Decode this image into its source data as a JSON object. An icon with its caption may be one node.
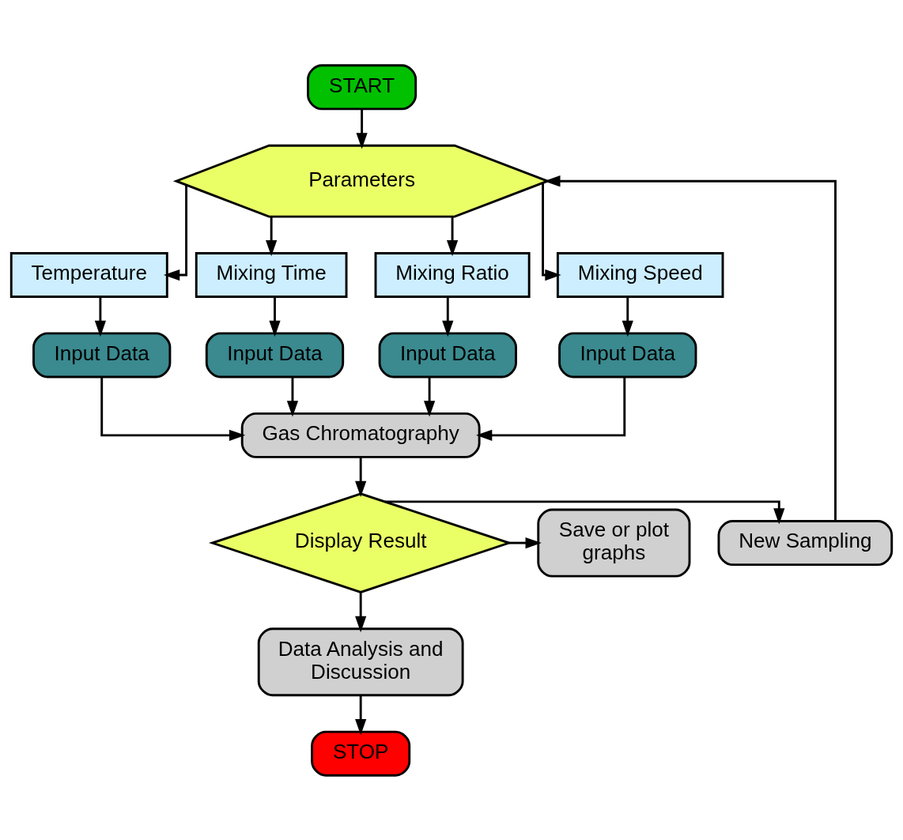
{
  "diagram": {
    "nodes": [
      {
        "text": [
          "START"
        ]
      },
      {
        "text": [
          "Parameters"
        ]
      },
      {
        "text": [
          "Temperature"
        ]
      },
      {
        "text": [
          "Mixing Time"
        ]
      },
      {
        "text": [
          "Mixing Ratio"
        ]
      },
      {
        "text": [
          "Mixing Speed"
        ]
      },
      {
        "text": [
          "Input Data"
        ]
      },
      {
        "text": [
          "Input Data"
        ]
      },
      {
        "text": [
          "Input Data"
        ]
      },
      {
        "text": [
          "Input Data"
        ]
      },
      {
        "text": [
          "Gas Chromatography"
        ]
      },
      {
        "text": [
          "Display Result"
        ]
      },
      {
        "text": [
          "New Sampling"
        ]
      },
      {
        "text": [
          "Save or plot graphs"
        ]
      },
      {
        "text": [
          "Data Analysis and Discussion"
        ]
      },
      {
        "text": [
          "STOP"
        ]
      }
    ],
    "edges": [
      {
        "from": 0,
        "to": 1,
        "arrow": "to"
      },
      {
        "from": 1,
        "to": 2,
        "arrow": "to"
      },
      {
        "from": 1,
        "to": 3,
        "arrow": "to"
      },
      {
        "from": 1,
        "to": 4,
        "arrow": "to"
      },
      {
        "from": 1,
        "to": 5,
        "arrow": "to"
      },
      {
        "from": 2,
        "to": 6,
        "arrow": "to"
      },
      {
        "from": 3,
        "to": 7,
        "arrow": "to"
      },
      {
        "from": 4,
        "to": 8,
        "arrow": "to"
      },
      {
        "from": 5,
        "to": 9,
        "arrow": "to"
      },
      {
        "from": 6,
        "to": 10,
        "arrow": "to"
      },
      {
        "from": 7,
        "to": 10,
        "arrow": "to"
      },
      {
        "from": 8,
        "to": 10,
        "arrow": "to"
      },
      {
        "from": 9,
        "to": 10,
        "arrow": "to"
      },
      {
        "from": 10,
        "to": 11,
        "arrow": "to"
      },
      {
        "from": 11,
        "to": 12,
        "arrow": "to"
      },
      {
        "from": 11,
        "to": 13,
        "arrow": "to"
      },
      {
        "from": 11,
        "to": 14,
        "arrow": "to"
      },
      {
        "from": 14,
        "to": 15,
        "arrow": "to"
      },
      {
        "from": 12,
        "to": 1,
        "arrow": "to"
      }
    ]
  }
}
